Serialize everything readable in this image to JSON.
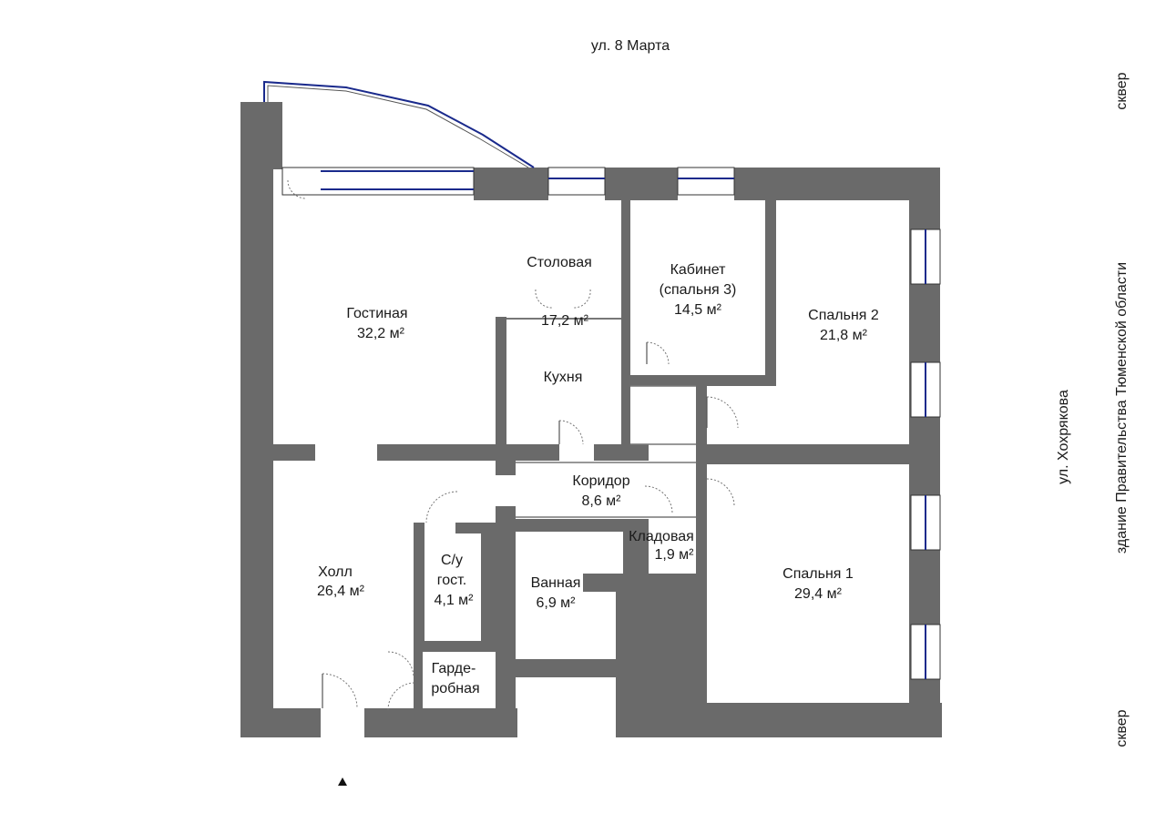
{
  "streets": {
    "top": "ул. 8 Марта",
    "right_street": "ул. Хохрякова",
    "right_building": "здание Правительства Тюменской области",
    "park_top": "сквер",
    "park_bottom": "сквер"
  },
  "rooms": {
    "living": {
      "name": "Гостиная",
      "area": "32,2 м²"
    },
    "dining": {
      "name": "Столовая",
      "area": "17,2 м²"
    },
    "study": {
      "name": "Кабинет",
      "name2": "(спальня 3)",
      "area": "14,5 м²"
    },
    "bedroom2": {
      "name": "Спальня 2",
      "area": "21,8 м²"
    },
    "kitchen": {
      "name": "Кухня"
    },
    "corridor": {
      "name": "Коридор",
      "area": "8,6 м²"
    },
    "pantry": {
      "name": "Кладовая",
      "area": "1,9 м²"
    },
    "hall": {
      "name": "Холл",
      "area": "26,4 м²"
    },
    "wc": {
      "name": "С/у",
      "name2": "гост.",
      "area": "4,1 м²"
    },
    "bath": {
      "name": "Ванная",
      "area": "6,9 м²"
    },
    "bedroom1": {
      "name": "Спальня 1",
      "area": "29,4 м²"
    },
    "wardrobe": {
      "name": "Гарде-",
      "name2": "робная"
    }
  },
  "colors": {
    "wall": "#6a6a6a",
    "window_frame": "#1a2a8c",
    "background": "#ffffff"
  },
  "icons": [
    "entrance-arrow-icon"
  ]
}
